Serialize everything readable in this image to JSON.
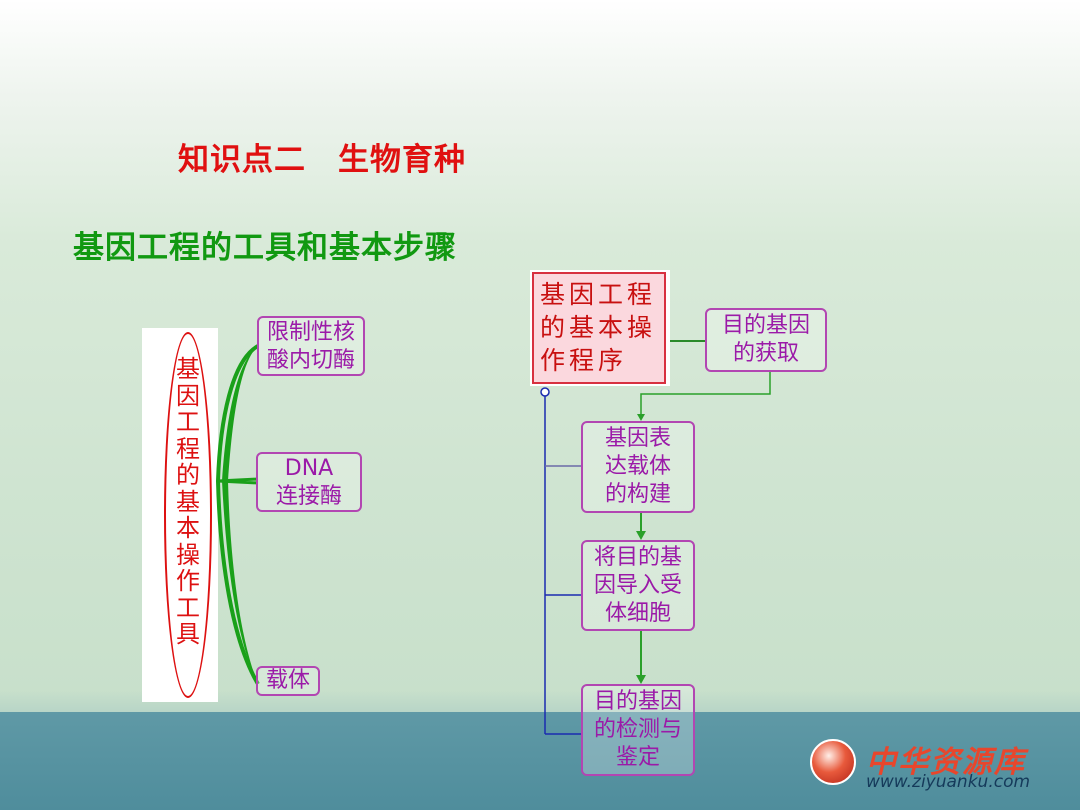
{
  "slide": {
    "heading": "知识点二　生物育种",
    "subheading": "基因工程的工具和基本步骤"
  },
  "tools": {
    "center_label": "基因工程的基本操作工具",
    "items": [
      "限制性核\n酸内切酶",
      "DNA\n连接酶",
      "载体"
    ]
  },
  "procedure": {
    "root": "基因工程\n的基本操\n作程序",
    "steps": [
      "目的基因\n的获取",
      "基因表\n达载体\n的构建",
      "将目的基\n因导入受\n体细胞",
      "目的基因\n的检测与\n鉴定"
    ]
  },
  "logo": {
    "name": "中华资源库",
    "url": "www.ziyuanku.com"
  },
  "colors": {
    "heading": "#e01010",
    "subheading": "#119911",
    "box_border": "#b246b2",
    "box_text": "#9b1aa8",
    "brace": "#1aa01a",
    "tree_line": "#1a2bb0",
    "arrow": "#2aa02a"
  }
}
